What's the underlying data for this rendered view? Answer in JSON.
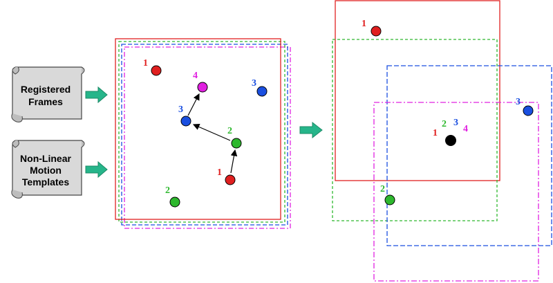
{
  "scrolls": {
    "registered_frames": {
      "line1": "Registered",
      "line2": "Frames"
    },
    "motion_templates": {
      "line1": "Non-Linear",
      "line2": "Motion",
      "line3": "Templates"
    }
  },
  "point_labels": {
    "left_red": "1",
    "left_magenta": "4",
    "left_blue_top": "3",
    "left_blue_mid": "3",
    "left_green_mid": "2",
    "left_red_low": "1",
    "left_green_low": "2",
    "right_red": "1",
    "right_blue": "3",
    "right_green": "2",
    "cluster_1": "1",
    "cluster_2": "2",
    "cluster_3": "3",
    "cluster_4": "4"
  },
  "colors": {
    "red": "#e02020",
    "green": "#2eb82e",
    "blue": "#1a4fe0",
    "magenta": "#e020e0",
    "arrow_fill": "#26b58a",
    "scroll_fill": "#d9d9d9"
  }
}
